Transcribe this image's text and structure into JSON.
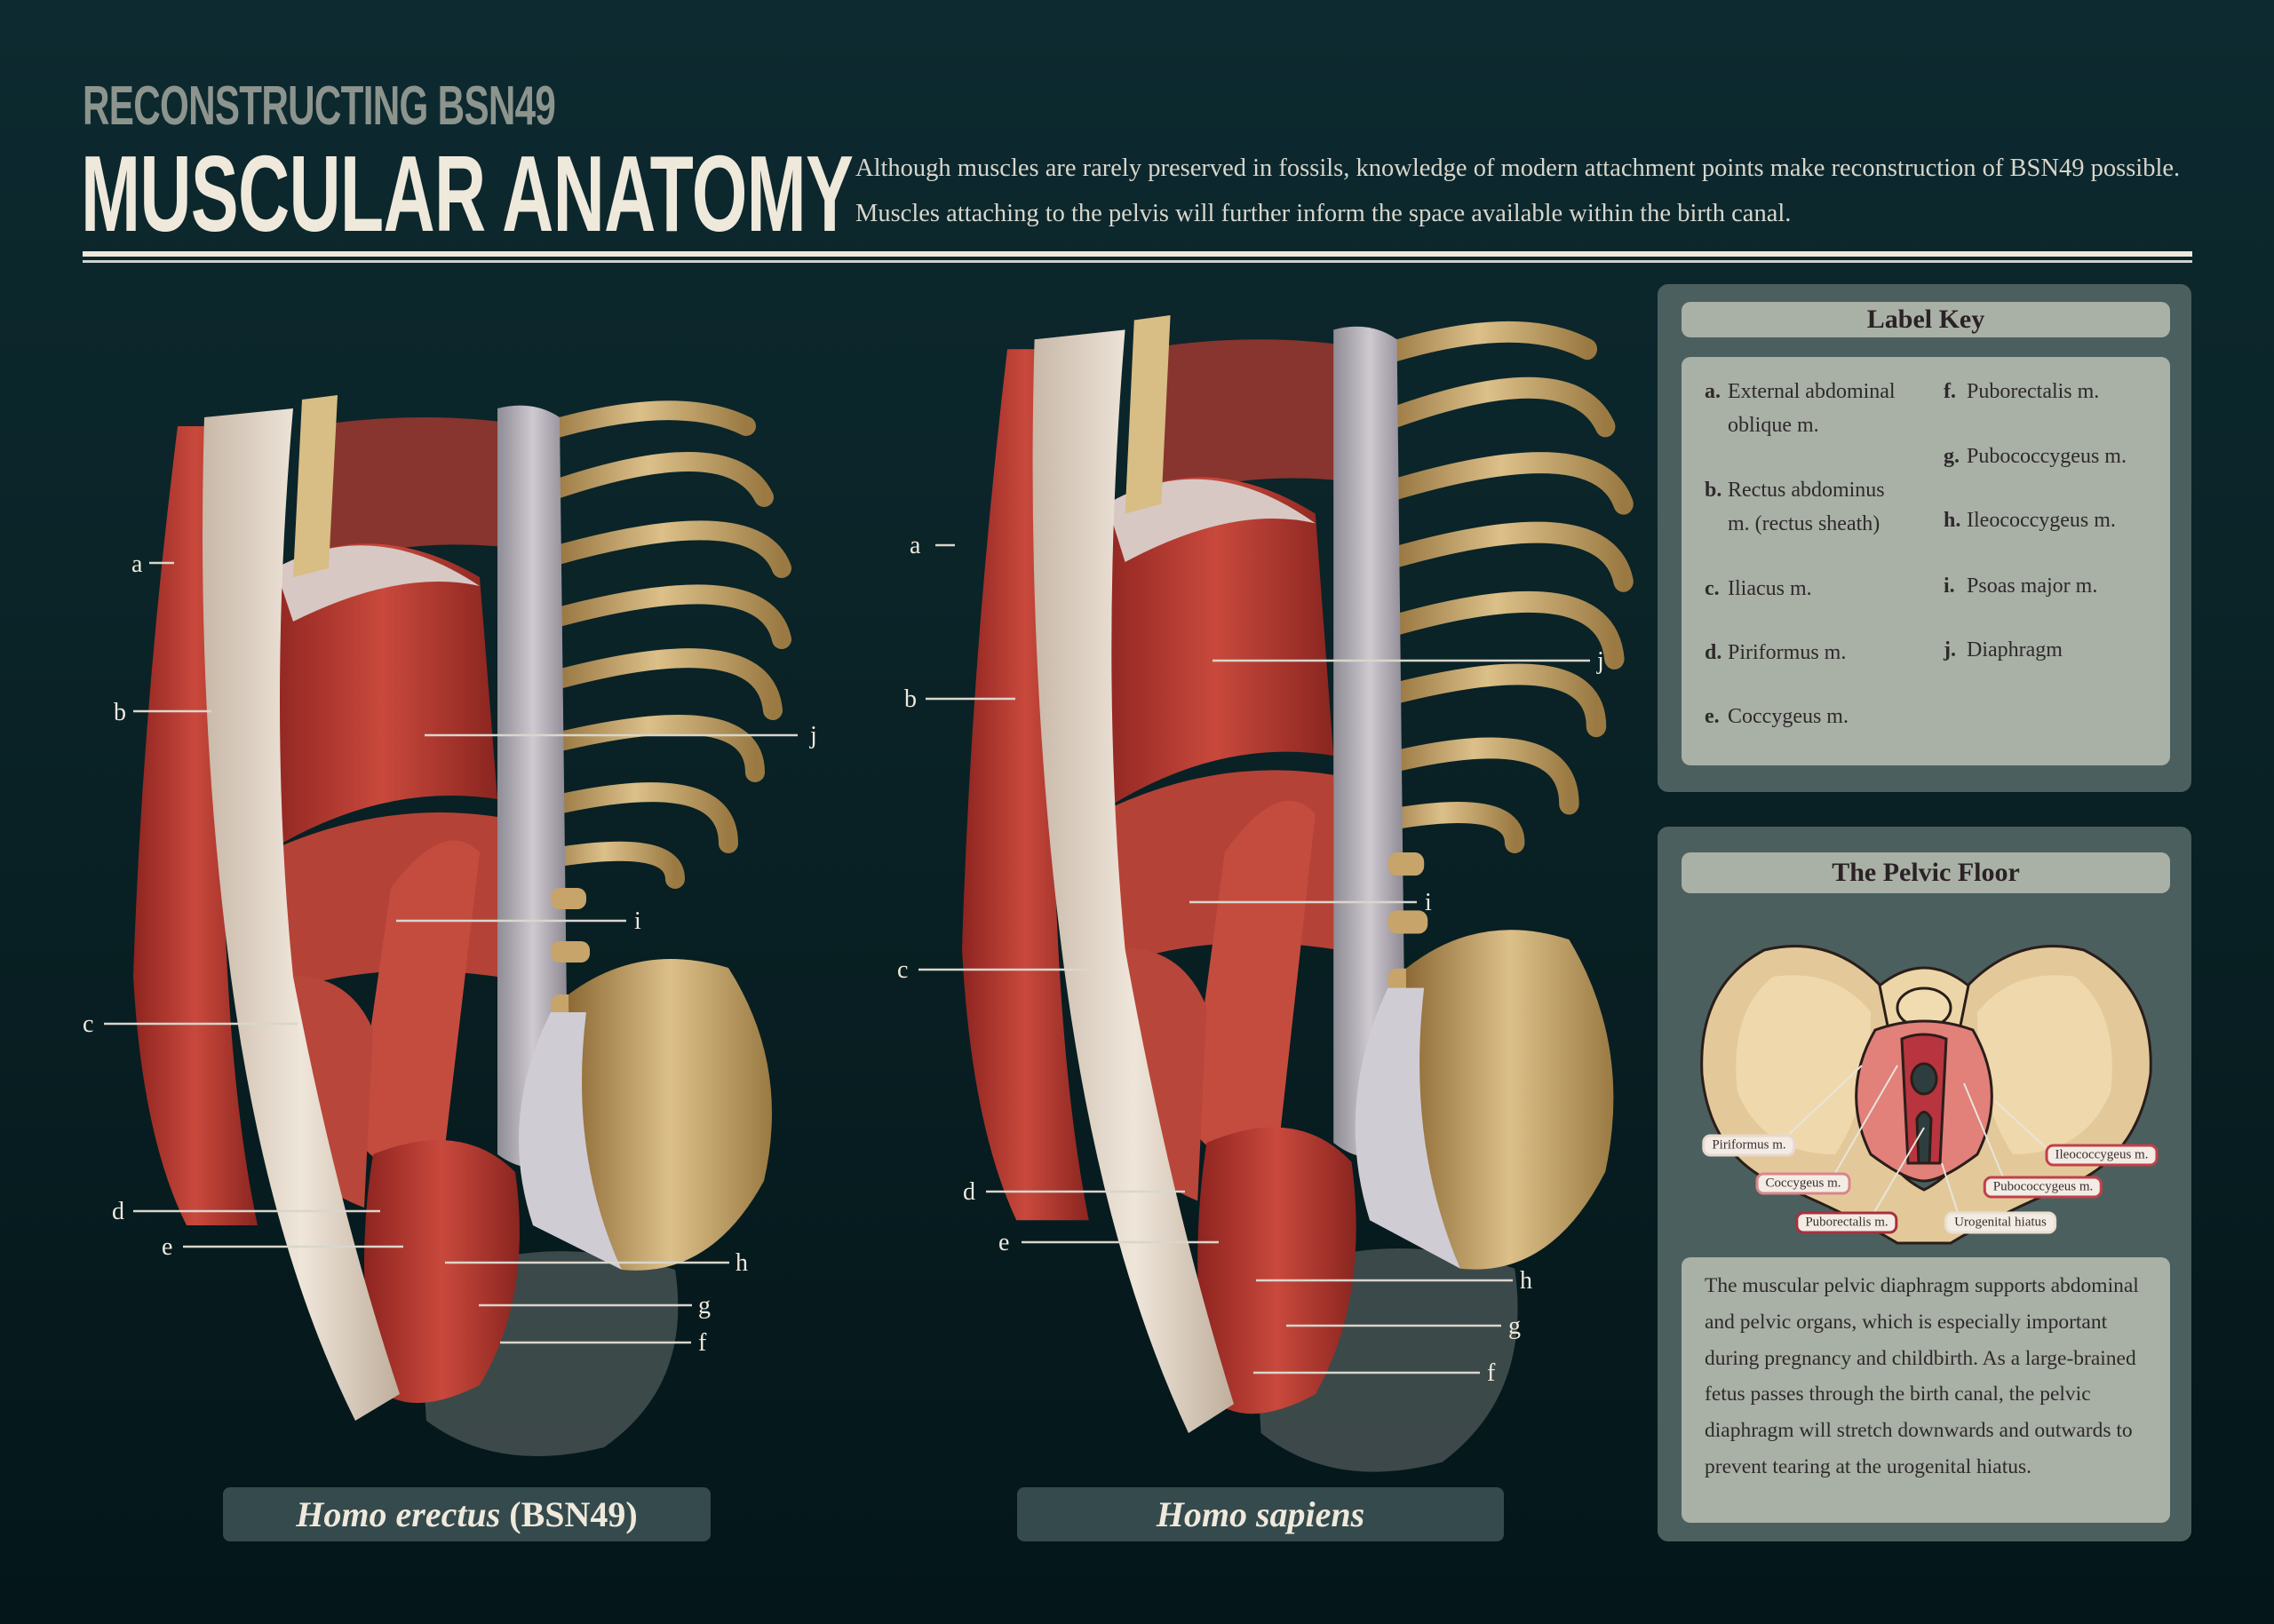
{
  "header": {
    "kicker": "RECONSTRUCTING BSN49",
    "title": "MUSCULAR ANATOMY",
    "intro": "Although muscles are rarely preserved in fossils, knowledge of modern attachment points make reconstruction of BSN49 possible. Muscles attaching to the pelvis will further inform the space available within the birth canal."
  },
  "figures": [
    {
      "caption_species": "Homo erectus",
      "caption_specimen": "(BSN49)",
      "labels": [
        "a",
        "b",
        "c",
        "d",
        "e",
        "f",
        "g",
        "h",
        "i",
        "j"
      ]
    },
    {
      "caption_species": "Homo sapiens",
      "caption_specimen": "",
      "labels": [
        "a",
        "b",
        "c",
        "d",
        "e",
        "f",
        "g",
        "h",
        "i",
        "j"
      ]
    }
  ],
  "label_key": {
    "title": "Label Key",
    "items": [
      {
        "letter": "a.",
        "first": "External abdominal",
        "rest": "oblique m."
      },
      {
        "letter": "b.",
        "first": "Rectus abdominus",
        "rest": "m. (rectus sheath)"
      },
      {
        "letter": "c.",
        "first": "Iliacus m.",
        "rest": ""
      },
      {
        "letter": "d.",
        "first": "Piriformus m.",
        "rest": ""
      },
      {
        "letter": "e.",
        "first": "Coccygeus m.",
        "rest": ""
      },
      {
        "letter": "f.",
        "first": "Puborectalis m.",
        "rest": ""
      },
      {
        "letter": "g.",
        "first": "Pubococcygeus m.",
        "rest": ""
      },
      {
        "letter": "h.",
        "first": "Ileococcygeus m.",
        "rest": ""
      },
      {
        "letter": "i.",
        "first": "Psoas major m.",
        "rest": ""
      },
      {
        "letter": "j.",
        "first": "Diaphragm",
        "rest": ""
      }
    ]
  },
  "pelvic_floor": {
    "title": "The Pelvic Floor",
    "callouts": [
      "Piriformus m.",
      "Coccygeus m.",
      "Puborectalis m.",
      "Urogenital hiatus",
      "Pubococcygeus m.",
      "Ileococcygeus m."
    ],
    "text": "The muscular pelvic diaphragm supports abdominal and pelvic organs, which is especially important during pregnancy and childbirth. As a large-brained fetus passes through the birth canal, the pelvic diaphragm will stretch downwards and outwards to prevent tearing at the urogenital hiatus."
  },
  "colors": {
    "background": "#0a2327",
    "title": "#efe9dc",
    "panel": "#4b5f5f",
    "panel_inner": "#a9b0a5",
    "muscle": "#b83a32",
    "bone": "#c9a86a"
  }
}
